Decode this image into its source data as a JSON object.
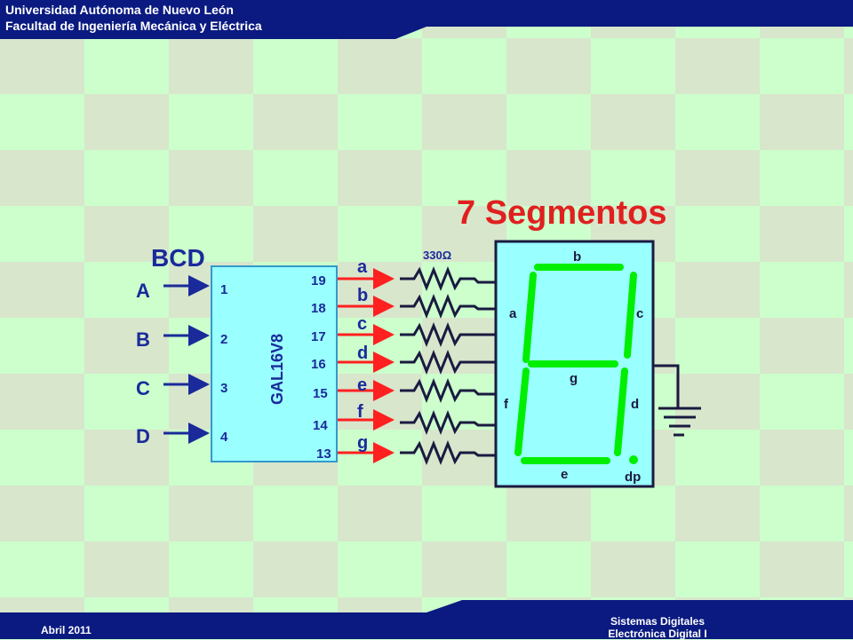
{
  "header": {
    "line1": "Universidad Autónoma de Nuevo León",
    "line2": "Facultad de Ingeniería Mecánica y Eléctrica"
  },
  "footer": {
    "date": "Abril 2011",
    "line1": "Sistemas Digitales",
    "line2": "Electrónica Digital I"
  },
  "diagram": {
    "title": "7 Segmentos",
    "bcd_label": "BCD",
    "chip_name": "GAL16V8",
    "inputs": [
      "A",
      "B",
      "C",
      "D"
    ],
    "input_pins": [
      "1",
      "2",
      "3",
      "4"
    ],
    "output_pins": [
      "19",
      "18",
      "17",
      "16",
      "15",
      "14",
      "13"
    ],
    "output_labels": [
      "a",
      "b",
      "c",
      "d",
      "e",
      "f",
      "g"
    ],
    "resistor_label": "330Ω",
    "segment_labels": {
      "a": "a",
      "b": "b",
      "c": "c",
      "d": "d",
      "e": "e",
      "f": "f",
      "g": "g",
      "dp": "dp"
    }
  },
  "colors": {
    "header_band": "#0a1a80",
    "title": "#e02020",
    "labels": "#1a2a9a",
    "chip": "#99ffff",
    "display": "#99ffff",
    "segment_on": "#00ff00",
    "arrow_in": "#1a2a9a",
    "arrow_out": "#ff2020"
  }
}
